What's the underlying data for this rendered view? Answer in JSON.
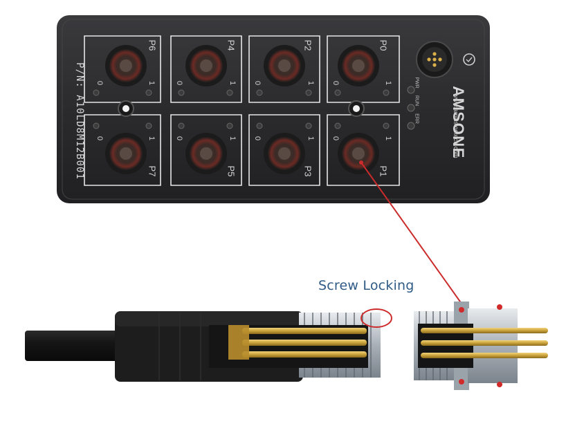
{
  "caption": "Screw Locking",
  "module": {
    "part_number": "P/N: A10LD8M12B001",
    "brand": "AMSONE",
    "website": "www.amissiontech.com",
    "leds": [
      "PWR",
      "RUN",
      "ERR"
    ],
    "ports_top": [
      "P6",
      "P4",
      "P2",
      "P0"
    ],
    "ports_bottom": [
      "P7",
      "P5",
      "P3",
      "P1"
    ],
    "pin_labels": [
      "0",
      "1"
    ]
  },
  "colors": {
    "module_body": "#2c2c2e",
    "pointer_line": "#cc2b2b",
    "caption": "#2f5b86",
    "gold_pin": "#c9a23a"
  }
}
